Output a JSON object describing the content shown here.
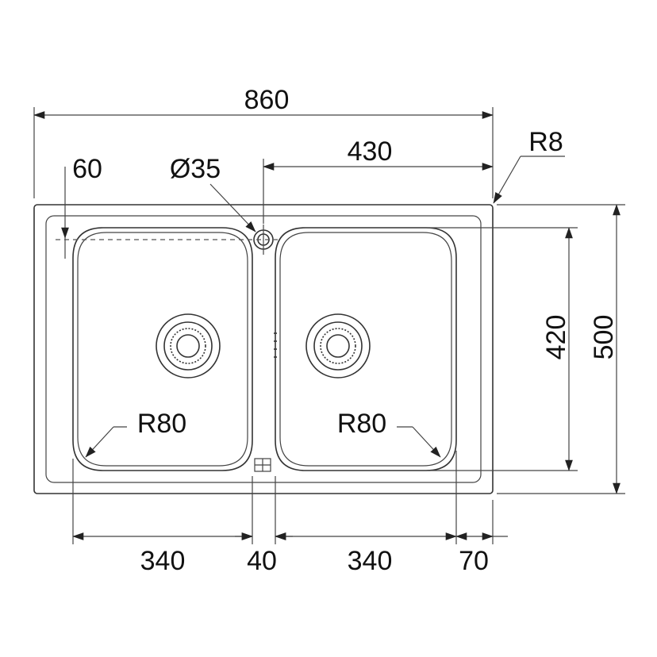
{
  "drawing": {
    "overall_width": "860",
    "half_width": "430",
    "tap_hole": "Ø35",
    "offset_top": "60",
    "corner_radius": "R8",
    "bowl_height": "420",
    "overall_depth": "500",
    "bowl_radius_left": "R80",
    "bowl_radius_right": "R80",
    "bowl_width_left": "340",
    "divider_width": "40",
    "bowl_width_right": "340",
    "right_margin": "70"
  },
  "colors": {
    "line": "#333333",
    "text": "#111111",
    "background": "#ffffff"
  }
}
